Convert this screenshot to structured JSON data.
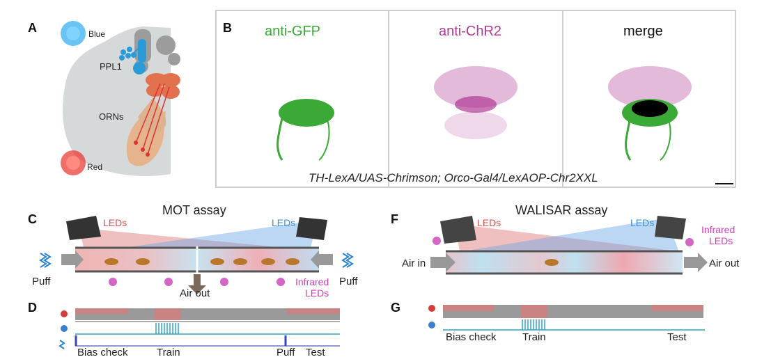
{
  "panels": {
    "A": "A",
    "B": "B",
    "C": "C",
    "D": "D",
    "F": "F",
    "G": "G"
  },
  "panel_a": {
    "blue_label": "Blue",
    "red_label": "Red",
    "ppl1_label": "PPL1",
    "orns_label": "ORNs"
  },
  "panel_b": {
    "col1_title": "anti-GFP",
    "col2_title": "anti-ChR2",
    "col3_title": "merge",
    "genotype": "TH-LexA/UAS-Chrimson; Orco-Gal4/LexAOP-Chr2XXL",
    "colors": {
      "gfp": "#3aa935",
      "chr2": "#b03a96",
      "black": "#000000"
    }
  },
  "panel_c": {
    "title": "MOT assay",
    "leds_left": "LEDs",
    "leds_right": "LEDs",
    "puff_left": "Puff",
    "puff_right": "Puff",
    "air_out": "Air out",
    "infrared_1": "Infrared",
    "infrared_2": "LEDs"
  },
  "panel_d": {
    "bias_check": "Bias check",
    "train": "Train",
    "puff": "Puff",
    "test": "Test"
  },
  "panel_f": {
    "title": "WALISAR assay",
    "leds_left": "LEDs",
    "leds_right": "LEDs",
    "infrared_1": "Infrared",
    "infrared_2": "LEDs",
    "air_in": "Air in",
    "air_out": "Air out"
  },
  "panel_g": {
    "bias_check": "Bias check",
    "train": "Train",
    "test": "Test"
  },
  "colors": {
    "red_led": "#d9534f",
    "blue_led": "#3a8fd6",
    "timeline_red": "#c98383",
    "timeline_gray": "#9a9a9a",
    "timeline_blue": "#2aa5c9"
  }
}
